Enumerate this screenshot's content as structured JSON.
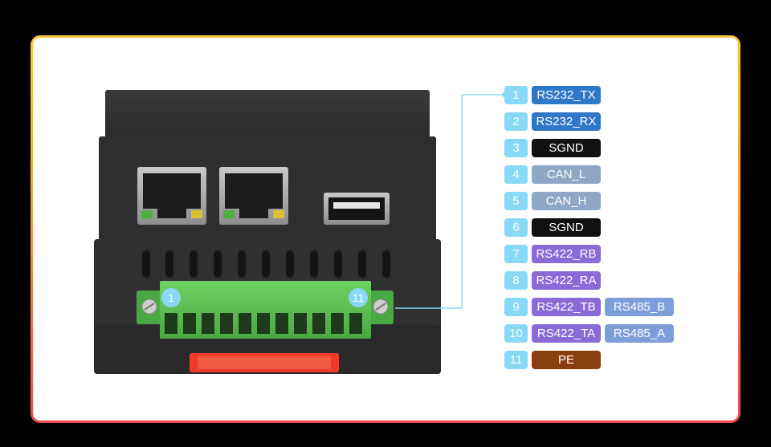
{
  "colors": {
    "badge": "#88d8f7",
    "rs232": "#2f78c8",
    "ground": "#111111",
    "can": "#8ea7c6",
    "rs422": "#8a6ad6",
    "rs485": "#7d9fd9",
    "pe": "#8a3f12",
    "connector": "#5cbf52",
    "leader_line": "#88d8f7"
  },
  "terminal": {
    "first_pin_label": "1",
    "last_pin_label": "11"
  },
  "pins": [
    {
      "num": "1",
      "labels": [
        {
          "text": "RS232_TX",
          "color": "#2f78c8"
        }
      ]
    },
    {
      "num": "2",
      "labels": [
        {
          "text": "RS232_RX",
          "color": "#2f78c8"
        }
      ]
    },
    {
      "num": "3",
      "labels": [
        {
          "text": "SGND",
          "color": "#111111"
        }
      ]
    },
    {
      "num": "4",
      "labels": [
        {
          "text": "CAN_L",
          "color": "#8ea7c6"
        }
      ]
    },
    {
      "num": "5",
      "labels": [
        {
          "text": "CAN_H",
          "color": "#8ea7c6"
        }
      ]
    },
    {
      "num": "6",
      "labels": [
        {
          "text": "SGND",
          "color": "#111111"
        }
      ]
    },
    {
      "num": "7",
      "labels": [
        {
          "text": "RS422_RB",
          "color": "#8a6ad6"
        }
      ]
    },
    {
      "num": "8",
      "labels": [
        {
          "text": "RS422_RA",
          "color": "#8a6ad6"
        }
      ]
    },
    {
      "num": "9",
      "labels": [
        {
          "text": "RS422_TB",
          "color": "#8a6ad6"
        },
        {
          "text": "RS485_B",
          "color": "#7d9fd9"
        }
      ]
    },
    {
      "num": "10",
      "labels": [
        {
          "text": "RS422_TA",
          "color": "#8a6ad6"
        },
        {
          "text": "RS485_A",
          "color": "#7d9fd9"
        }
      ]
    },
    {
      "num": "11",
      "labels": [
        {
          "text": "PE",
          "color": "#8a3f12"
        }
      ]
    }
  ]
}
